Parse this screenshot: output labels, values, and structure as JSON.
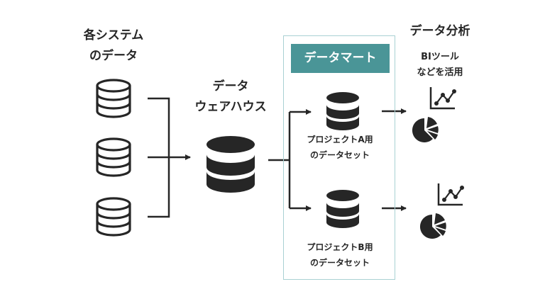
{
  "sources": {
    "title_line1": "各システム",
    "title_line2": "のデータ",
    "icon": "database-outline-icon",
    "count": 3
  },
  "warehouse": {
    "title_line1": "データ",
    "title_line2": "ウェアハウス",
    "icon": "database-filled-icon"
  },
  "data_mart": {
    "title": "データマート",
    "accent_color": "#4a9597",
    "border_color": "#a9d1d3",
    "datasets": [
      {
        "label_line1": "プロジェクトA用",
        "label_line2": "のデータセット",
        "icon": "database-filled-icon"
      },
      {
        "label_line1": "プロジェクトB用",
        "label_line2": "のデータセット",
        "icon": "database-filled-icon"
      }
    ]
  },
  "analysis": {
    "title": "データ分析",
    "subtitle_line1": "BIツール",
    "subtitle_line2": "などを活用",
    "icons": [
      "line-chart-icon",
      "pie-chart-icon"
    ]
  },
  "colors": {
    "ink": "#262626",
    "background": "#ffffff"
  }
}
